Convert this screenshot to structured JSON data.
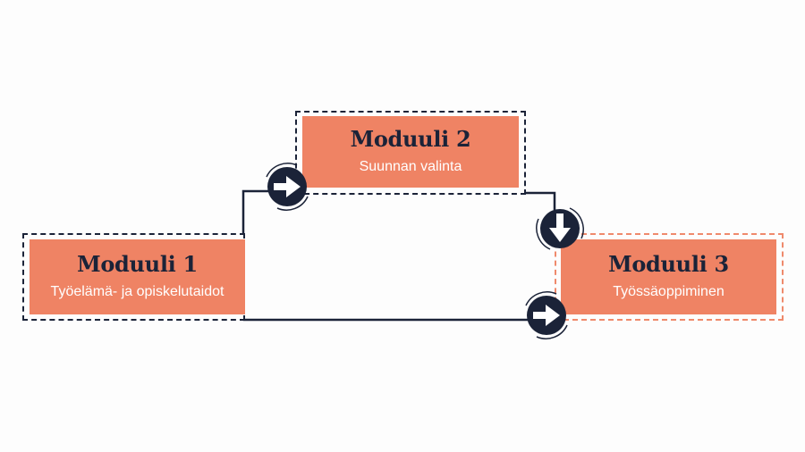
{
  "modules": [
    {
      "title": "Moduuli 1",
      "subtitle": "Työelämä- ja opiskelutaidot"
    },
    {
      "title": "Moduuli 2",
      "subtitle": "Suunnan valinta"
    },
    {
      "title": "Moduuli 3",
      "subtitle": "Työssäoppiminen"
    }
  ],
  "colors": {
    "accent": "#ef8364",
    "navy": "#1b2338",
    "dash_coral": "#ef8a6c"
  }
}
